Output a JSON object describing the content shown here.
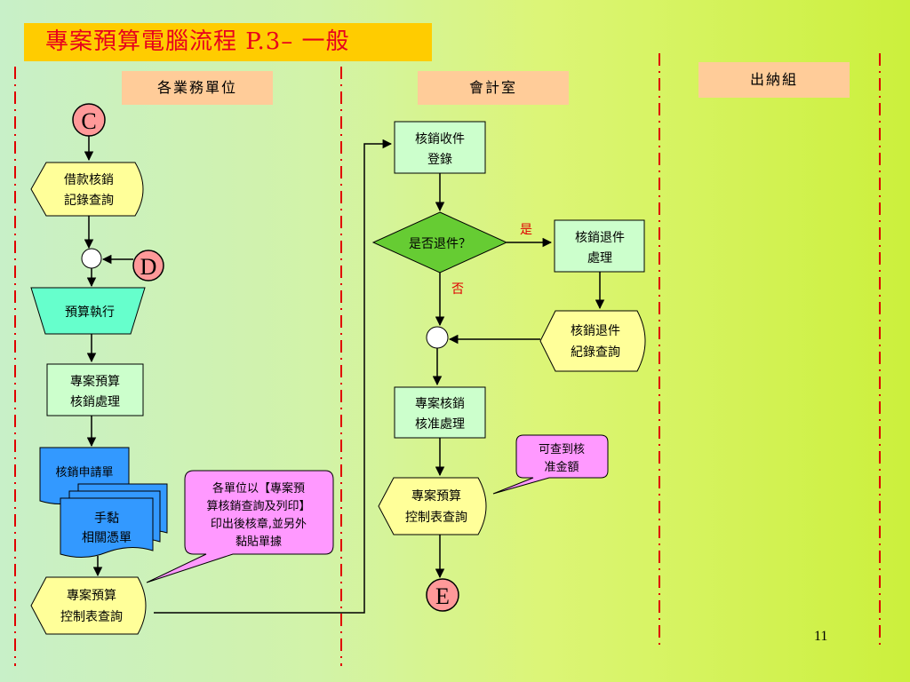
{
  "title": "專案預算電腦流程 P.3– 一般",
  "lanes": [
    "各業務單位",
    "會計室",
    "出納組"
  ],
  "connectors": {
    "c": "C",
    "d": "D",
    "e": "E"
  },
  "nodes": {
    "borrow_query": [
      "借款核銷",
      "記錄查詢"
    ],
    "budget_exec": "預算執行",
    "project_process": [
      "專案預算",
      "核銷處理"
    ],
    "apply_form": "核銷申請單",
    "receipts": [
      "手黏",
      "相關憑單"
    ],
    "control_query_left": [
      "專案預算",
      "控制表查詢"
    ],
    "receive_register": [
      "核銷收件",
      "登錄"
    ],
    "decision": "是否退件？",
    "return_process": [
      "核銷退件",
      "處理"
    ],
    "return_query": [
      "核銷退件",
      "紀錄查詢"
    ],
    "approve_process": [
      "專案核銷",
      "核准處理"
    ],
    "control_query_right": [
      "專案預算",
      "控制表查詢"
    ]
  },
  "labels": {
    "yes": "是",
    "no": "否"
  },
  "callouts": {
    "print_note": [
      "各單位以【專案預",
      "算核銷查詢及列印】",
      "印出後核章,並另外",
      "黏貼單據"
    ],
    "amount_note": [
      "可查到核",
      "准金額"
    ]
  },
  "page_number": "11",
  "colors": {
    "title_bg": "#ffcc00",
    "title_text": "#e8001c",
    "lane_bg": "#ffcc99",
    "box_fill": "#ccffcc",
    "display_fill": "#ffff99",
    "decision_fill": "#66cc33",
    "trapezoid_fill": "#66ffcc",
    "document_fill": "#3399ff",
    "callout_fill": "#ff99ff",
    "connector_fill": "#ff9999",
    "lane_line": "#e00000"
  }
}
